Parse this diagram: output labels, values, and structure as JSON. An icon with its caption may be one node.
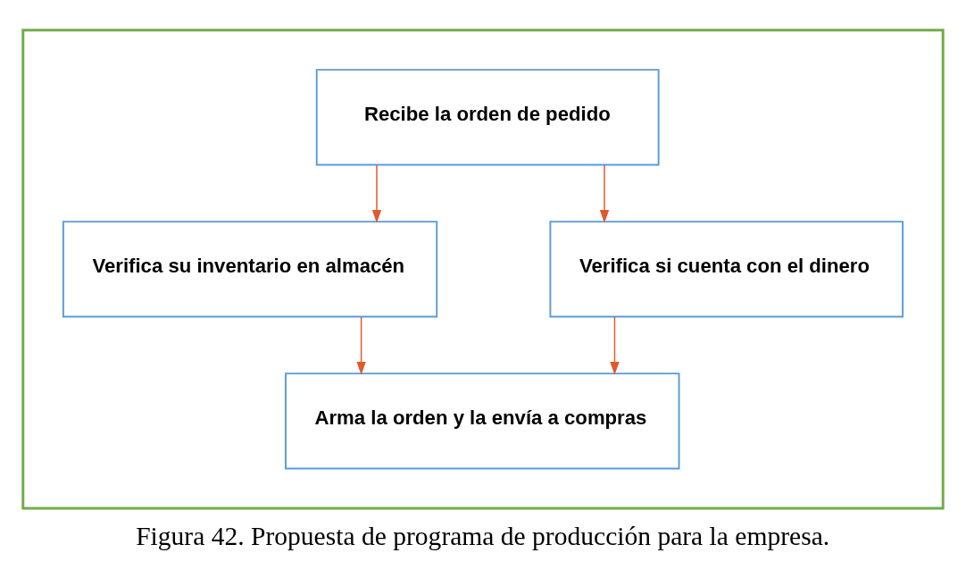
{
  "diagram": {
    "caption": "Figura 42. Propuesta de programa de producción para la empresa.",
    "nodes": [
      {
        "text": [],
        "shape": "box"
      },
      {
        "text": [
          "Recibe la orden de pedido"
        ],
        "in": 0
      },
      {
        "text": [
          "Verifica su inventario en almacén"
        ],
        "in": 0
      },
      {
        "text": [
          "Verifica si cuenta con el dinero"
        ],
        "in": 0
      },
      {
        "text": [
          "Arma la orden y la envía a compras"
        ],
        "in": 0
      }
    ],
    "edges": [
      {
        "from": 1,
        "to": 2,
        "arrow": "to"
      },
      {
        "from": 1,
        "to": 3,
        "arrow": "to"
      },
      {
        "from": 2,
        "to": 4,
        "arrow": "to"
      },
      {
        "from": 3,
        "to": 4,
        "arrow": "to"
      }
    ]
  }
}
